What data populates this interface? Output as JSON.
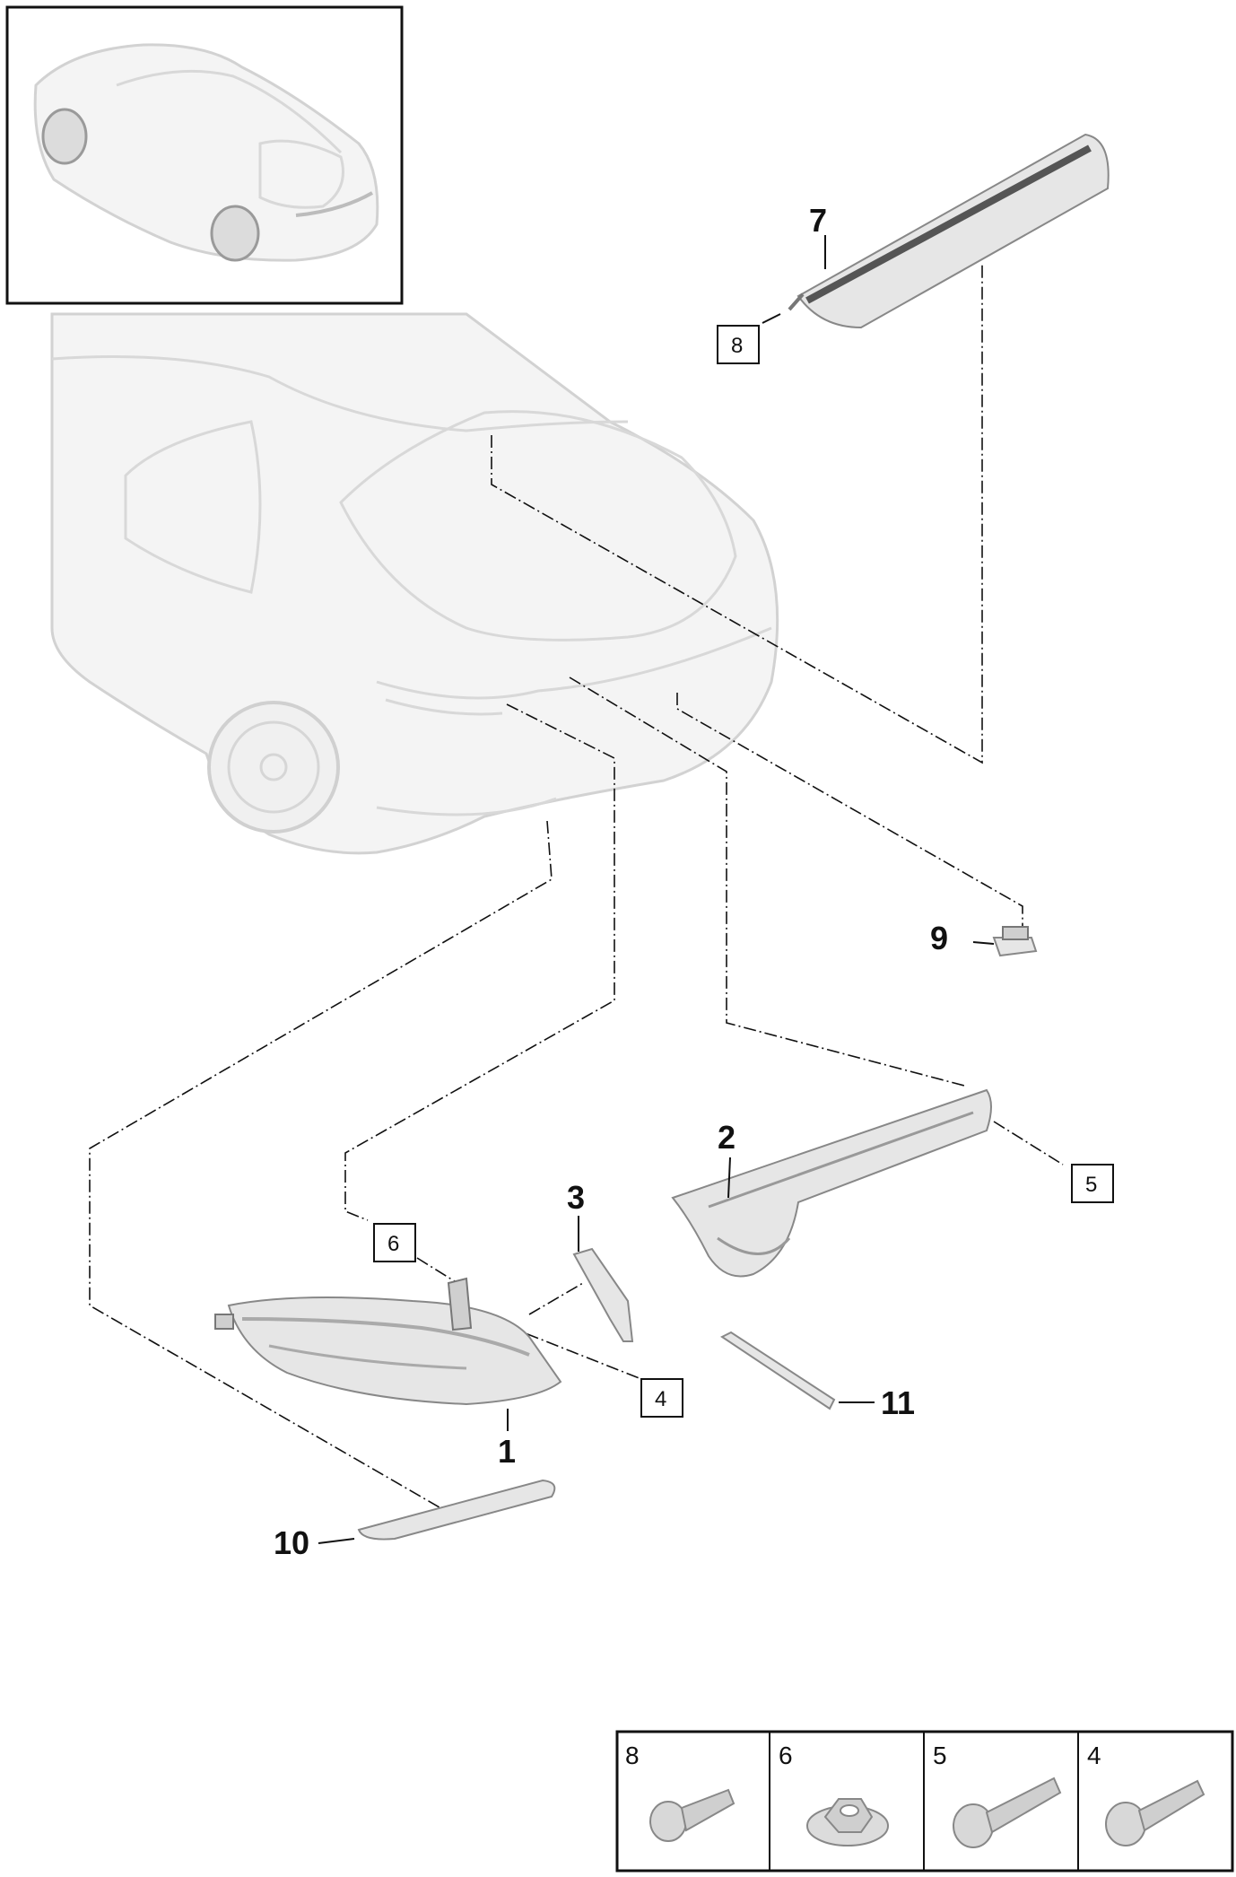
{
  "callouts": {
    "c1": "1",
    "c2": "2",
    "c3": "3",
    "c7": "7",
    "c9": "9",
    "c10": "10",
    "c11": "11"
  },
  "boxed": {
    "b4": "4",
    "b5": "5",
    "b6": "6",
    "b8": "8"
  },
  "fasteners": [
    {
      "number": "8",
      "icon": "flange-screw-icon"
    },
    {
      "number": "6",
      "icon": "flange-nut-icon"
    },
    {
      "number": "5",
      "icon": "hex-bolt-long-icon"
    },
    {
      "number": "4",
      "icon": "hex-bolt-icon"
    }
  ]
}
